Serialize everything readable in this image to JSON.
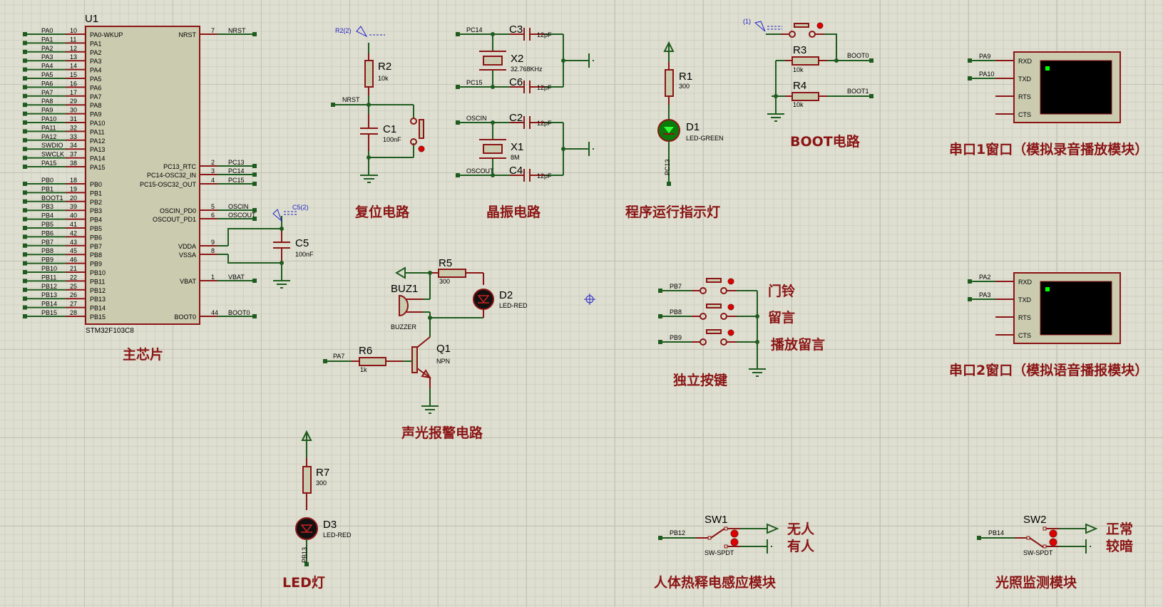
{
  "mcu": {
    "ref": "U1",
    "part": "STM32F103C8",
    "title": "主芯片",
    "left_pins": [
      {
        "net": "PA0",
        "num": "10",
        "name": "PA0-WKUP"
      },
      {
        "net": "PA1",
        "num": "11",
        "name": "PA1"
      },
      {
        "net": "PA2",
        "num": "12",
        "name": "PA2"
      },
      {
        "net": "PA3",
        "num": "13",
        "name": "PA3"
      },
      {
        "net": "PA4",
        "num": "14",
        "name": "PA4"
      },
      {
        "net": "PA5",
        "num": "15",
        "name": "PA5"
      },
      {
        "net": "PA6",
        "num": "16",
        "name": "PA6"
      },
      {
        "net": "PA7",
        "num": "17",
        "name": "PA7"
      },
      {
        "net": "PA8",
        "num": "29",
        "name": "PA8"
      },
      {
        "net": "PA9",
        "num": "30",
        "name": "PA9"
      },
      {
        "net": "PA10",
        "num": "31",
        "name": "PA10"
      },
      {
        "net": "PA11",
        "num": "32",
        "name": "PA11"
      },
      {
        "net": "PA12",
        "num": "33",
        "name": "PA12"
      },
      {
        "net": "SWDIO",
        "num": "34",
        "name": "PA13"
      },
      {
        "net": "SWCLK",
        "num": "37",
        "name": "PA14"
      },
      {
        "net": "PA15",
        "num": "38",
        "name": "PA15"
      },
      {
        "net": "PB0",
        "num": "18",
        "name": "PB0"
      },
      {
        "net": "PB1",
        "num": "19",
        "name": "PB1"
      },
      {
        "net": "BOOT1",
        "num": "20",
        "name": "PB2"
      },
      {
        "net": "PB3",
        "num": "39",
        "name": "PB3"
      },
      {
        "net": "PB4",
        "num": "40",
        "name": "PB4"
      },
      {
        "net": "PB5",
        "num": "41",
        "name": "PB5"
      },
      {
        "net": "PB6",
        "num": "42",
        "name": "PB6"
      },
      {
        "net": "PB7",
        "num": "43",
        "name": "PB7"
      },
      {
        "net": "PB8",
        "num": "45",
        "name": "PB8"
      },
      {
        "net": "PB9",
        "num": "46",
        "name": "PB9"
      },
      {
        "net": "PB10",
        "num": "21",
        "name": "PB10"
      },
      {
        "net": "PB11",
        "num": "22",
        "name": "PB11"
      },
      {
        "net": "PB12",
        "num": "25",
        "name": "PB12"
      },
      {
        "net": "PB13",
        "num": "26",
        "name": "PB13"
      },
      {
        "net": "PB14",
        "num": "27",
        "name": "PB14"
      },
      {
        "net": "PB15",
        "num": "28",
        "name": "PB15"
      }
    ],
    "right_pins": [
      {
        "net": "NRST",
        "num": "7",
        "name": "NRST"
      },
      {
        "net": "PC13",
        "num": "2",
        "name": "PC13_RTC"
      },
      {
        "net": "PC14",
        "num": "3",
        "name": "PC14-OSC32_IN"
      },
      {
        "net": "PC15",
        "num": "4",
        "name": "PC15-OSC32_OUT"
      },
      {
        "net": "OSCIN",
        "num": "5",
        "name": "OSCIN_PD0"
      },
      {
        "net": "OSCOUT",
        "num": "6",
        "name": "OSCOUT_PD1"
      },
      {
        "net": "",
        "num": "9",
        "name": "VDDA"
      },
      {
        "net": "",
        "num": "8",
        "name": "VSSA"
      },
      {
        "net": "VBAT",
        "num": "1",
        "name": "VBAT"
      },
      {
        "net": "BOOT0",
        "num": "44",
        "name": "BOOT0"
      }
    ]
  },
  "c5": {
    "ref": "C5",
    "value": "100nF",
    "probe": "C5(2)"
  },
  "reset": {
    "title": "复位电路",
    "r_ref": "R2",
    "r_val": "10k",
    "c_ref": "C1",
    "c_val": "100nF",
    "net": "NRST",
    "probe": "R2(2)"
  },
  "crystal": {
    "title": "晶振电路",
    "nets": [
      "PC14",
      "PC15",
      "OSCIN",
      "OSCOUT"
    ],
    "x2": {
      "ref": "X2",
      "value": "32.768KHz"
    },
    "x1": {
      "ref": "X1",
      "value": "8M"
    },
    "caps": [
      {
        "ref": "C3",
        "value": "12pF"
      },
      {
        "ref": "C6",
        "value": "12pF"
      },
      {
        "ref": "C2",
        "value": "12pF"
      },
      {
        "ref": "C4",
        "value": "12pF"
      }
    ]
  },
  "runled": {
    "title": "程序运行指示灯",
    "r_ref": "R1",
    "r_val": "300",
    "d_ref": "D1",
    "d_val": "LED-GREEN",
    "net": "PC13"
  },
  "boot": {
    "title": "BOOT电路",
    "probe": "(1)",
    "r3": {
      "ref": "R3",
      "value": "10k",
      "net": "BOOT0"
    },
    "r4": {
      "ref": "R4",
      "value": "10k",
      "net": "BOOT1"
    }
  },
  "uart1": {
    "title": "串口1窗口（模拟录音播放模块）",
    "nets": [
      "PA9",
      "PA10"
    ],
    "pins": [
      "RXD",
      "TXD",
      "RTS",
      "CTS"
    ]
  },
  "uart2": {
    "title": "串口2窗口（模拟语音播报模块）",
    "nets": [
      "PA2",
      "PA3"
    ],
    "pins": [
      "RXD",
      "TXD",
      "RTS",
      "CTS"
    ]
  },
  "alarm": {
    "title": "声光报警电路",
    "r5": {
      "ref": "R5",
      "value": "300"
    },
    "d2": {
      "ref": "D2",
      "value": "LED-RED"
    },
    "buz": {
      "ref": "BUZ1",
      "value": "BUZZER"
    },
    "r6": {
      "ref": "R6",
      "value": "1k"
    },
    "q1": {
      "ref": "Q1",
      "value": "NPN"
    },
    "net": "PA7"
  },
  "keys": {
    "title": "独立按键",
    "nets": [
      "PB7",
      "PB8",
      "PB9"
    ],
    "labels": [
      "门铃",
      "留言",
      "播放留言"
    ]
  },
  "led": {
    "title": "LED灯",
    "r_ref": "R7",
    "r_val": "300",
    "d_ref": "D3",
    "d_val": "LED-RED",
    "net": "PB13"
  },
  "pir": {
    "title": "人体热释电感应模块",
    "ref": "SW1",
    "value": "SW-SPDT",
    "net": "PB12",
    "labels": [
      "无人",
      "有人"
    ]
  },
  "light": {
    "title": "光照监测模块",
    "ref": "SW2",
    "value": "SW-SPDT",
    "net": "PB14",
    "labels": [
      "正常",
      "较暗"
    ]
  }
}
